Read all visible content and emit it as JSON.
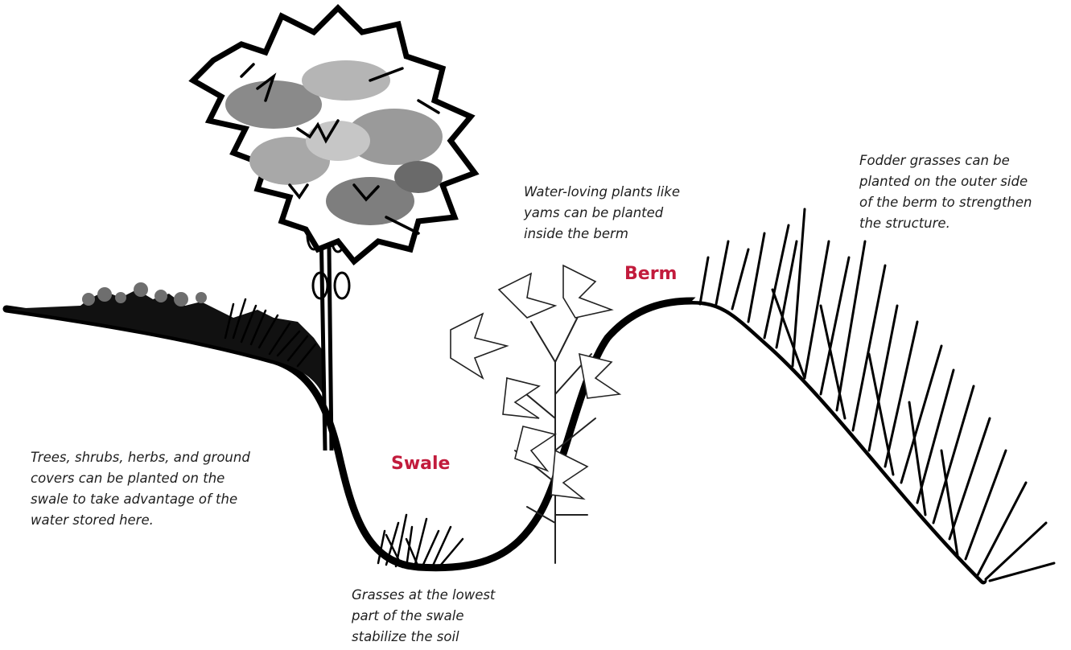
{
  "labels": {
    "swale": "Swale",
    "berm": "Berm"
  },
  "notes": {
    "trees": [
      "Trees, shrubs, herbs, and ground",
      "covers can be planted on the",
      "swale to take advantage of the",
      "water stored here."
    ],
    "grasses_lowest": [
      "Grasses at the lowest",
      "part of the swale",
      "stabilize the soil"
    ],
    "water_loving": [
      "Water-loving plants like",
      "yams can be planted",
      "inside the berm"
    ],
    "fodder": [
      "Fodder grasses can be",
      "planted on the outer side",
      "of the berm to strengthen",
      "the structure."
    ]
  },
  "colors": {
    "label": "#c21b3c",
    "ink": "#000000",
    "text": "#1e1e1e"
  }
}
